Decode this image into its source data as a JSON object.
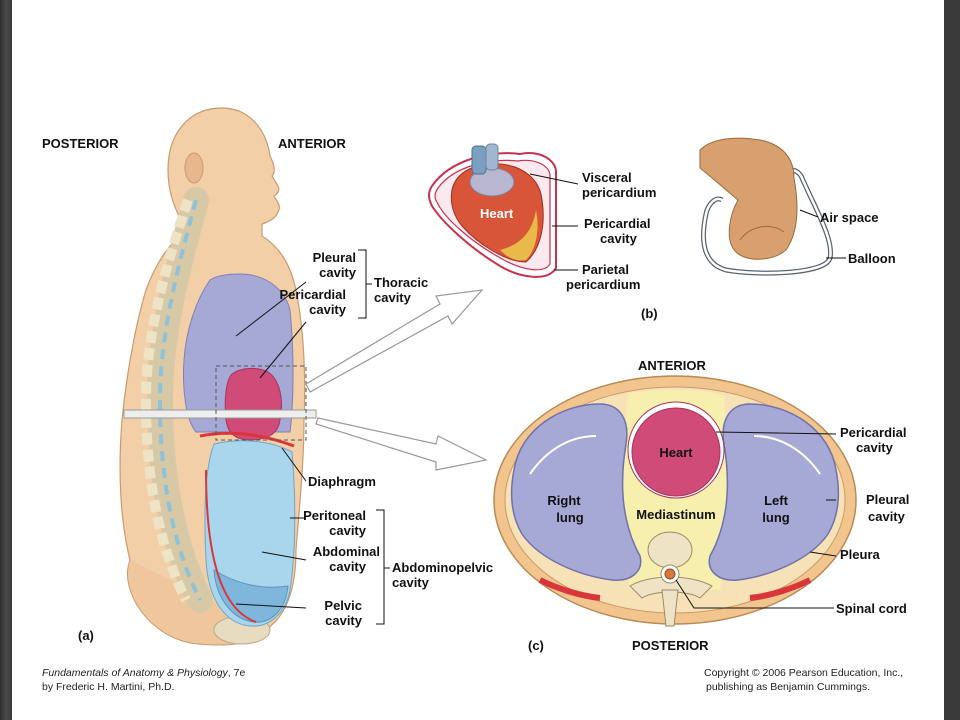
{
  "panel_a": {
    "tag": "(a)",
    "orientation": {
      "posterior": "POSTERIOR",
      "anterior": "ANTERIOR"
    },
    "labels": {
      "pleural_cavity": [
        "Pleural",
        "cavity"
      ],
      "pericardial_cavity": [
        "Pericardial",
        "cavity"
      ],
      "thoracic_cavity": [
        "Thoracic",
        "cavity"
      ],
      "diaphragm": "Diaphragm",
      "peritoneal_cavity": [
        "Peritoneal",
        "cavity"
      ],
      "abdominal_cavity": [
        "Abdominal",
        "cavity"
      ],
      "abdominopelvic_cavity": [
        "Abdominopelvic",
        "cavity"
      ],
      "pelvic_cavity": [
        "Pelvic",
        "cavity"
      ]
    }
  },
  "panel_b": {
    "tag": "(b)",
    "labels": {
      "heart": "Heart",
      "visceral_pericardium": [
        "Visceral",
        "pericardium"
      ],
      "pericardial_cavity": [
        "Pericardial",
        "cavity"
      ],
      "parietal_pericardium": [
        "Parietal",
        "pericardium"
      ],
      "air_space": "Air space",
      "balloon": "Balloon"
    }
  },
  "panel_c": {
    "tag": "(c)",
    "orientation": {
      "anterior": "ANTERIOR",
      "posterior": "POSTERIOR"
    },
    "labels": {
      "heart": "Heart",
      "right_lung": [
        "Right",
        "lung"
      ],
      "mediastinum": "Mediastinum",
      "left_lung": [
        "Left",
        "lung"
      ],
      "pericardial_cavity": [
        "Pericardial",
        "cavity"
      ],
      "pleural_cavity": [
        "Pleural",
        "cavity"
      ],
      "pleura": "Pleura",
      "spinal_cord": "Spinal cord"
    }
  },
  "footer": {
    "book_title": "Fundamentals of Anatomy & Physiology",
    "edition": ", 7e",
    "author": "by Frederic H. Martini, Ph.D.",
    "copyright": "Copyright © 2006 Pearson Education, Inc.,",
    "publisher": "publishing as Benjamin Cummings."
  },
  "colors": {
    "skin": "#f3cfa7",
    "skin_shadow": "#d9a67a",
    "pleural_purple": "#a6a8d6",
    "pericardial_pink": "#d04b78",
    "abdominal_blue": "#a9d6ec",
    "pelvic_blue": "#7fb6db",
    "mediastinum_yellow": "#f7efae",
    "bone": "#efe3c6",
    "disc_blue": "#8fc1d8",
    "body_wall": "#f2c58f"
  }
}
